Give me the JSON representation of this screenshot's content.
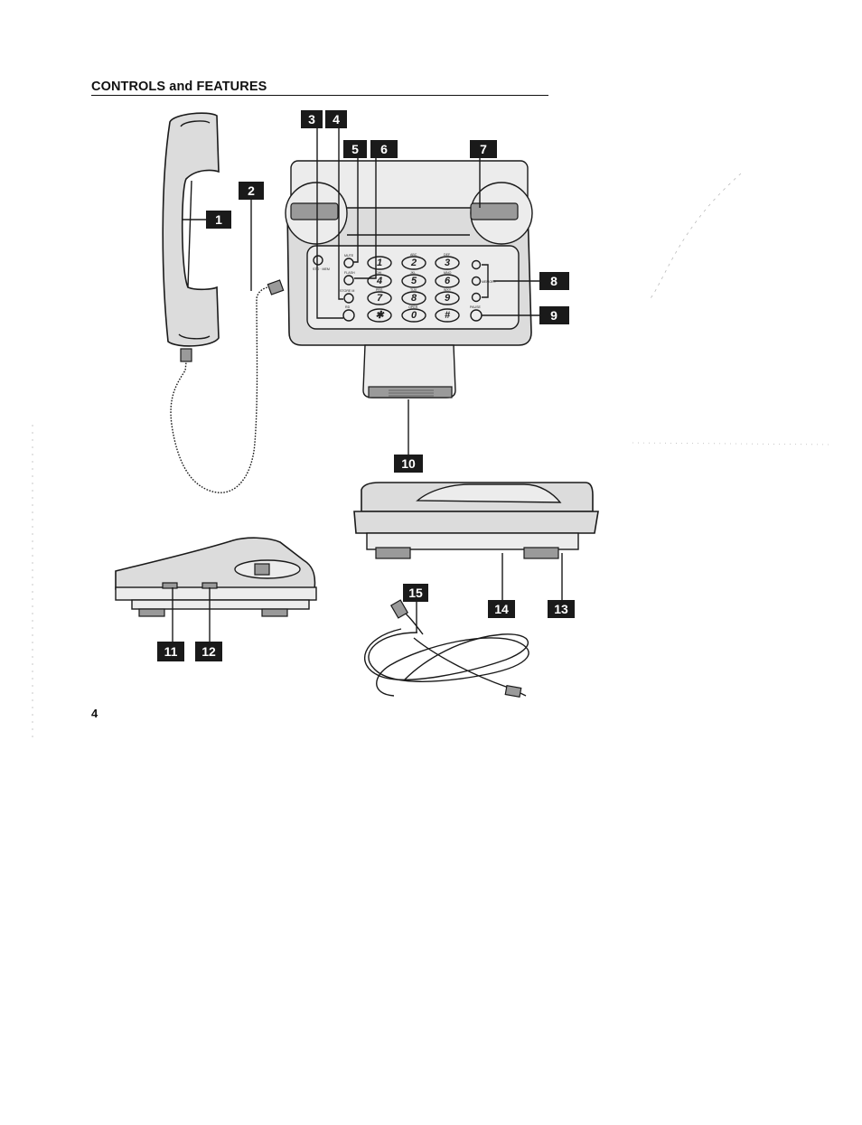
{
  "page": {
    "heading": "CONTROLS and FEATURES",
    "page_number": "4"
  },
  "callouts": [
    "1",
    "2",
    "3",
    "4",
    "5",
    "6",
    "7",
    "8",
    "9",
    "10",
    "11",
    "12",
    "13",
    "14",
    "15"
  ],
  "keypad": {
    "keys": [
      "1",
      "2",
      "3",
      "4",
      "5",
      "6",
      "7",
      "8",
      "9",
      "✱",
      "0",
      "#"
    ],
    "letters": [
      "",
      "ABC",
      "DEF",
      "GHI",
      "JKL",
      "MNO",
      "PRS",
      "TUV",
      "WXY",
      "",
      "OPER",
      ""
    ]
  },
  "button_labels": {
    "mute": "MUTE",
    "flash": "FLASH",
    "store": "STORE M",
    "redial": "RD",
    "pause": "PAUSE",
    "memory": "MEMORY",
    "dial_mode": "STO · MEM"
  }
}
